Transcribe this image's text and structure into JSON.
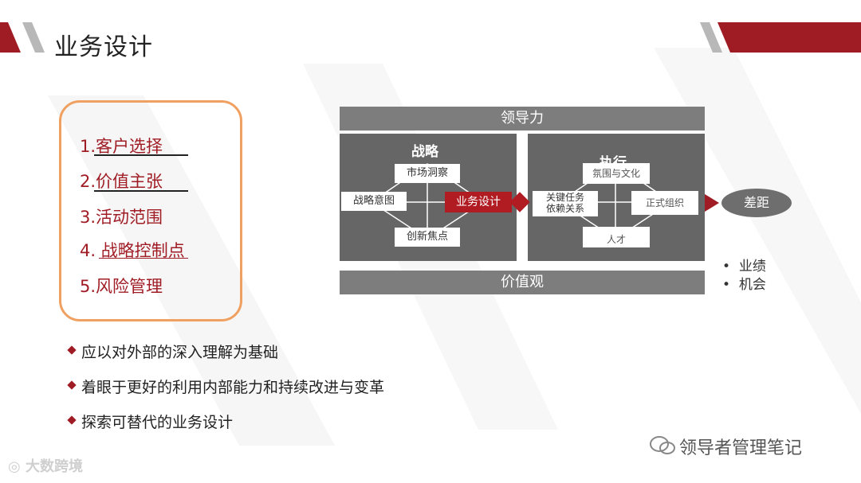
{
  "slide": {
    "title": "业务设计",
    "list": [
      "1.客户选择",
      "2.价值主张",
      "3.活动范围",
      "4. 战略控制点",
      "5.风险管理"
    ],
    "bullets": [
      "应以对外部的深入理解为基础",
      "着眼于更好的利用内部能力和持续改进与变革",
      "探索可替代的业务设计"
    ]
  },
  "diagram": {
    "top_bar": "领导力",
    "bottom_bar": "价值观",
    "strategy": {
      "title": "战略",
      "market": "市场洞察",
      "intent": "战略意图",
      "innovation": "创新焦点",
      "business_design": "业务设计"
    },
    "execution": {
      "title": "执行",
      "climate": "氛围与文化",
      "tasks_line1": "关键任务",
      "tasks_line2": "依赖关系",
      "org": "正式组织",
      "talent": "人才"
    },
    "gap": "差距",
    "gap_items": [
      "业绩",
      "机会"
    ]
  },
  "watermarks": {
    "wechat": "领导者管理笔记",
    "brand": "大数跨境"
  },
  "colors": {
    "accent": "#a01c24",
    "panel_border": "#f0a060",
    "box_gray": "#666666",
    "bar_gray": "#7d7d7d"
  }
}
